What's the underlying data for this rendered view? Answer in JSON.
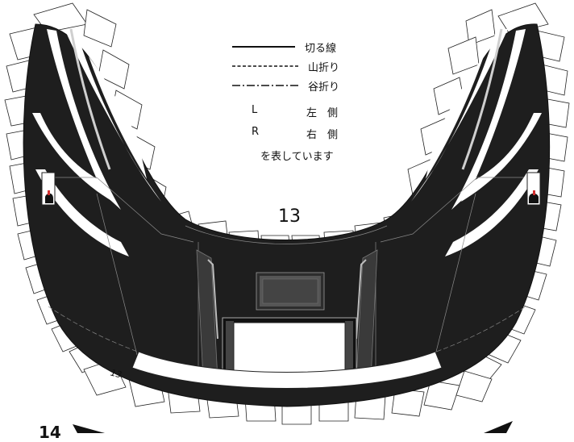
{
  "legend": {
    "cut_label": "切る線",
    "mountain_label": "山折り",
    "valley_label": "谷折り",
    "left_letter": "L",
    "left_label": "左　側",
    "right_letter": "R",
    "right_label": "右　側",
    "footer": "を表しています"
  },
  "pieces": {
    "main_number": "13",
    "tab_number": "13",
    "next_number": "14"
  },
  "colors": {
    "body": "#1e1e1e",
    "stripe": "#ffffff",
    "outline": "#222222",
    "accent": "#d32f2f"
  }
}
